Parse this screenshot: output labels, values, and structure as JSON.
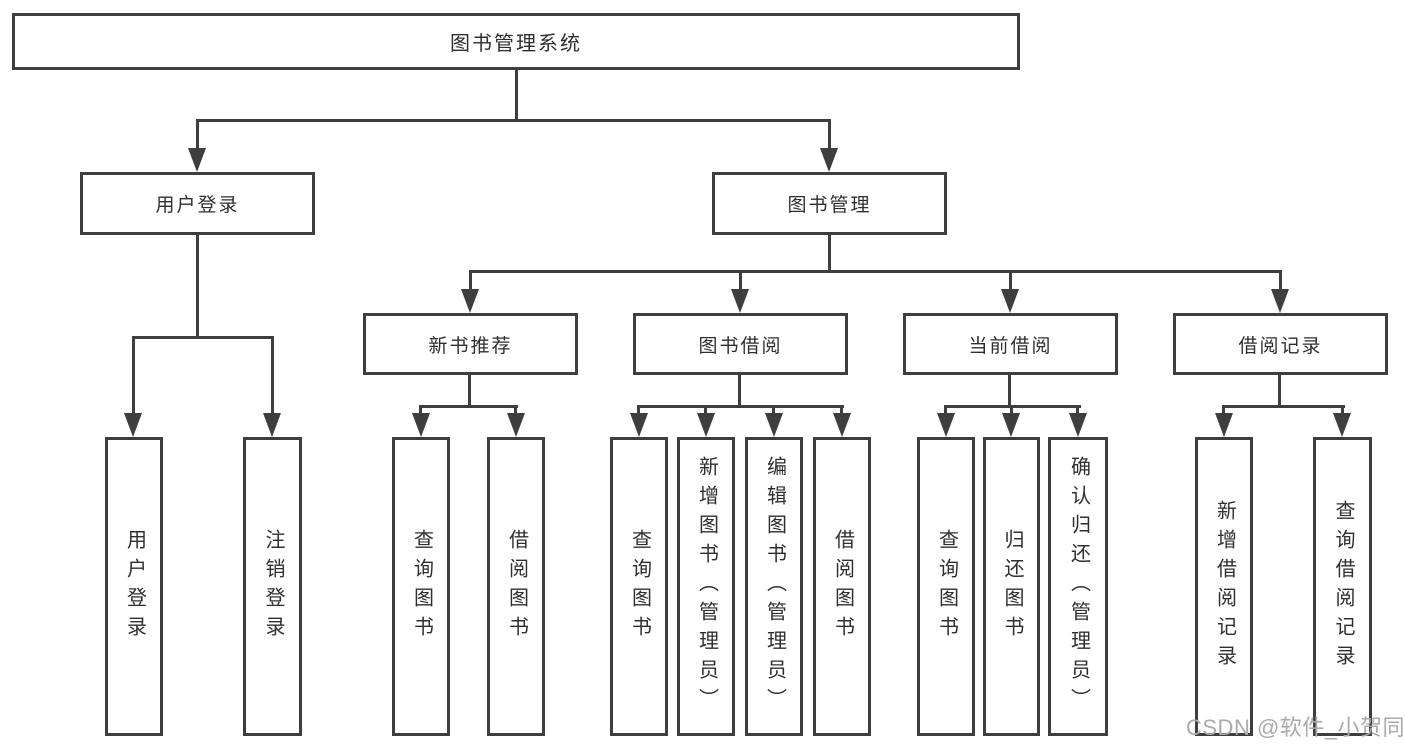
{
  "diagram": {
    "title_note": "functional structure chart",
    "root": {
      "label": "图书管理系统"
    },
    "branches": [
      {
        "label": "用户登录",
        "children": [
          {
            "label": "用户登录"
          },
          {
            "label": "注销登录"
          }
        ]
      },
      {
        "label": "图书管理",
        "children": [
          {
            "label": "新书推荐",
            "children": [
              {
                "label": "查询图书"
              },
              {
                "label": "借阅图书"
              }
            ]
          },
          {
            "label": "图书借阅",
            "children": [
              {
                "label": "查询图书"
              },
              {
                "label": "新增图书（管理员）"
              },
              {
                "label": "编辑图书（管理员）"
              },
              {
                "label": "借阅图书"
              }
            ]
          },
          {
            "label": "当前借阅",
            "children": [
              {
                "label": "查询图书"
              },
              {
                "label": "归还图书"
              },
              {
                "label": "确认归还（管理员）"
              }
            ]
          },
          {
            "label": "借阅记录",
            "children": [
              {
                "label": "新增借阅记录"
              },
              {
                "label": "查询借阅记录"
              }
            ]
          }
        ]
      }
    ],
    "watermark": "CSDN @软件_小贺同学",
    "colors": {
      "line": "#3e3e3e",
      "text": "#2f2f2f",
      "watermark": "#aaaaaa",
      "background": "#ffffff"
    }
  }
}
